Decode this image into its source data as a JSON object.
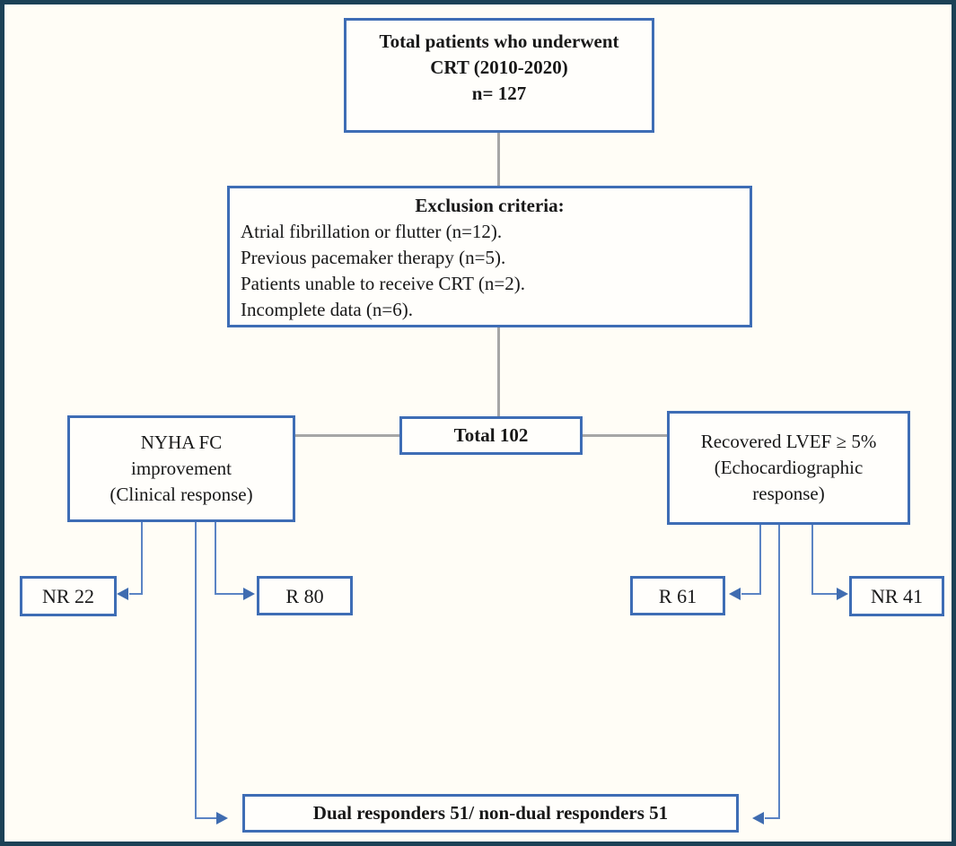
{
  "figure": {
    "type": "patient-flow-diagram",
    "colors": {
      "frame": "#1c4156",
      "box_border": "#3e6db5",
      "gray_connector": "#a6a6a6",
      "blue_connector": "#5b84c4",
      "arrowhead": "#3f6cb0",
      "background": "#fffdf6",
      "text": "#181818"
    }
  },
  "boxes": {
    "total_patients": {
      "lines": [
        "Total patients who underwent",
        "CRT (2010-2020)",
        "n= 127"
      ]
    },
    "exclusion": {
      "title": "Exclusion criteria:",
      "items": [
        "Atrial fibrillation  or flutter (n=12).",
        "Previous pacemaker therapy (n=5).",
        "Patients unable to receive CRT (n=2).",
        "Incomplete data (n=6)."
      ]
    },
    "total_after_exclusion": {
      "label": "Total 102"
    },
    "clinical_response": {
      "lines": [
        "NYHA FC",
        "improvement",
        "(Clinical response)"
      ]
    },
    "echo_response": {
      "lines": [
        "Recovered LVEF ≥ 5%",
        "(Echocardiographic",
        "response)"
      ]
    },
    "clinical_nonresponders": {
      "label": "NR 22"
    },
    "clinical_responders": {
      "label": "R 80"
    },
    "echo_responders": {
      "label": "R 61"
    },
    "echo_nonresponders": {
      "label": "NR 41"
    },
    "dual_responders": {
      "label": "Dual responders 51/ non-dual responders 51"
    }
  }
}
